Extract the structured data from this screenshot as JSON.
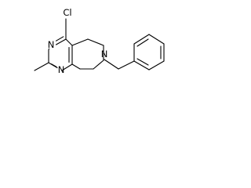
{
  "atoms": {
    "chlorine": "Cl",
    "ring_nitrogen_upper": "N",
    "ring_nitrogen_lower": "N",
    "amine_nitrogen": "N"
  },
  "colors": {
    "bond": "#000000",
    "label": "#000000",
    "background": "#ffffff"
  }
}
